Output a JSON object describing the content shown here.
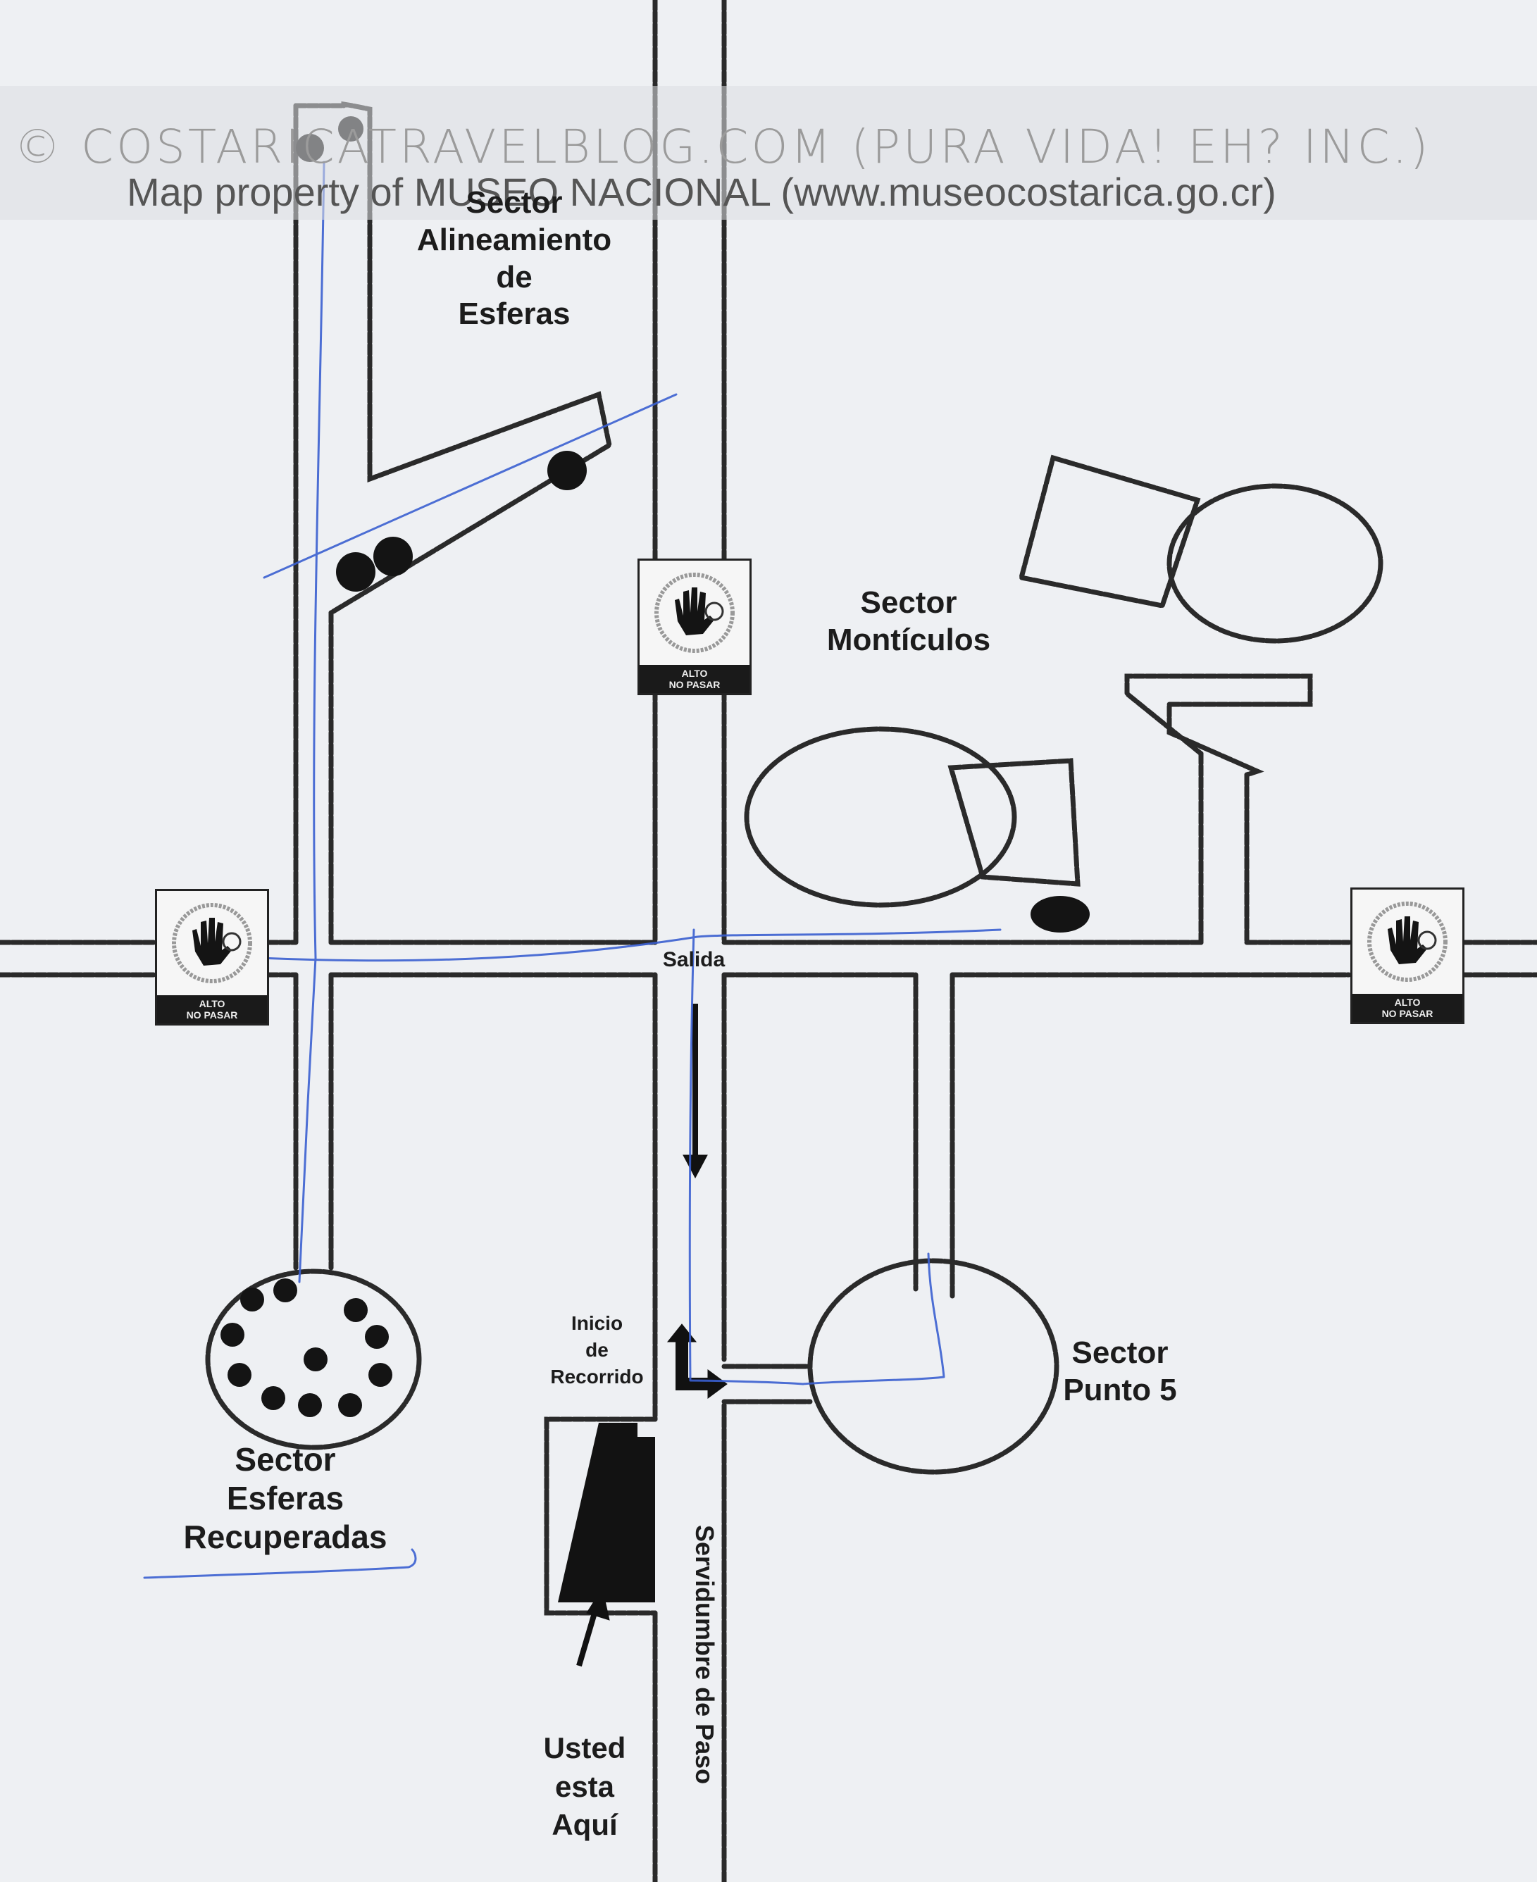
{
  "watermark": {
    "copyright": "© COSTARICATRAVELBLOG.COM (PURA VIDA! EH? INC.)",
    "property_note": "Map property of MUSEO NACIONAL (www.museocostarica.go.cr)"
  },
  "sectors": {
    "alineamiento": {
      "lines": [
        "Sector",
        "Alineamiento",
        "de",
        "Esferas"
      ]
    },
    "monticulos": {
      "lines": [
        "Sector",
        "Montículos"
      ]
    },
    "esferas_recuperadas": {
      "lines": [
        "Sector",
        "Esferas",
        "Recuperadas"
      ]
    },
    "punto5": {
      "lines": [
        "Sector",
        "Punto 5"
      ]
    }
  },
  "labels": {
    "salida": "Salida",
    "inicio": [
      "Inicio",
      "de",
      "Recorrido"
    ],
    "usted": [
      "Usted",
      "esta",
      "Aquí"
    ],
    "servidumbre": "Servidumbre de Paso"
  },
  "signs": [
    {
      "id": "sign-top-center",
      "line1": "ALTO",
      "line2": "NO PASAR",
      "icon": "stop-hand-icon"
    },
    {
      "id": "sign-left",
      "line1": "ALTO",
      "line2": "NO PASAR",
      "icon": "stop-hand-icon"
    },
    {
      "id": "sign-right",
      "line1": "ALTO",
      "line2": "NO PASAR",
      "icon": "stop-hand-icon"
    }
  ],
  "colors": {
    "paper": "#eef0f3",
    "ink": "#1c1c1c",
    "pen": "#3a5fd0"
  }
}
